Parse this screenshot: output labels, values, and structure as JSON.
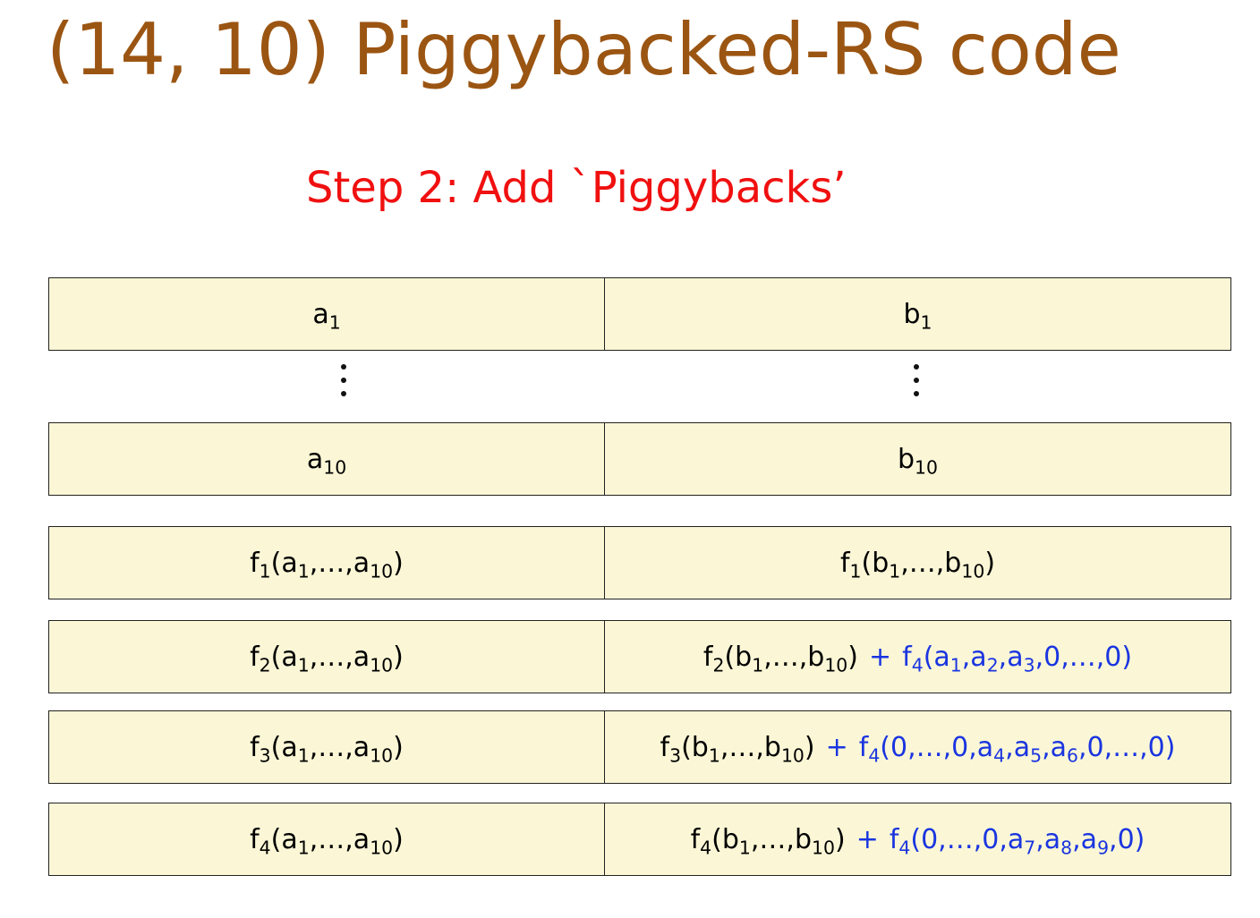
{
  "title": "(14, 10) Piggybacked-RS code",
  "subtitle": "Step 2: Add `Piggybacks’",
  "rows": [
    {
      "left": [
        {
          "t": "a"
        },
        {
          "s": "1"
        }
      ],
      "right": [
        {
          "t": "b"
        },
        {
          "s": "1"
        }
      ],
      "piggy": []
    },
    {
      "left": [
        {
          "t": "a"
        },
        {
          "s": "10"
        }
      ],
      "right": [
        {
          "t": "b"
        },
        {
          "s": "10"
        }
      ],
      "piggy": []
    },
    {
      "left": [
        {
          "t": "f"
        },
        {
          "s": "1"
        },
        {
          "t": "(a"
        },
        {
          "s": "1"
        },
        {
          "t": ",…,a"
        },
        {
          "s": "10"
        },
        {
          "t": ")"
        }
      ],
      "right": [
        {
          "t": "f"
        },
        {
          "s": "1"
        },
        {
          "t": "(b"
        },
        {
          "s": "1"
        },
        {
          "t": ",…,b"
        },
        {
          "s": "10"
        },
        {
          "t": ")"
        }
      ],
      "piggy": []
    },
    {
      "left": [
        {
          "t": "f"
        },
        {
          "s": "2"
        },
        {
          "t": "(a"
        },
        {
          "s": "1"
        },
        {
          "t": ",…,a"
        },
        {
          "s": "10"
        },
        {
          "t": ")"
        }
      ],
      "right": [
        {
          "t": "f"
        },
        {
          "s": "2"
        },
        {
          "t": "(b"
        },
        {
          "s": "1"
        },
        {
          "t": ",…,b"
        },
        {
          "s": "10"
        },
        {
          "t": ")"
        }
      ],
      "plus": "+",
      "piggy": [
        {
          "t": "f"
        },
        {
          "s": "4"
        },
        {
          "t": "(a"
        },
        {
          "s": "1"
        },
        {
          "t": ",a"
        },
        {
          "s": "2"
        },
        {
          "t": ",a"
        },
        {
          "s": "3"
        },
        {
          "t": ",0,…,0)"
        }
      ]
    },
    {
      "left": [
        {
          "t": "f"
        },
        {
          "s": "3"
        },
        {
          "t": "(a"
        },
        {
          "s": "1"
        },
        {
          "t": ",…,a"
        },
        {
          "s": "10"
        },
        {
          "t": ")"
        }
      ],
      "right": [
        {
          "t": "f"
        },
        {
          "s": "3"
        },
        {
          "t": "(b"
        },
        {
          "s": "1"
        },
        {
          "t": ",…,b"
        },
        {
          "s": "10"
        },
        {
          "t": ")"
        }
      ],
      "plus": "+",
      "piggy": [
        {
          "t": "f"
        },
        {
          "s": "4"
        },
        {
          "t": "(0,…,0,a"
        },
        {
          "s": "4"
        },
        {
          "t": ",a"
        },
        {
          "s": "5"
        },
        {
          "t": ",a"
        },
        {
          "s": "6"
        },
        {
          "t": ",0,…,0)"
        }
      ]
    },
    {
      "left": [
        {
          "t": "f"
        },
        {
          "s": "4"
        },
        {
          "t": "(a"
        },
        {
          "s": "1"
        },
        {
          "t": ",…,a"
        },
        {
          "s": "10"
        },
        {
          "t": ")"
        }
      ],
      "right": [
        {
          "t": "f"
        },
        {
          "s": "4"
        },
        {
          "t": "(b"
        },
        {
          "s": "1"
        },
        {
          "t": ",…,b"
        },
        {
          "s": "10"
        },
        {
          "t": ")"
        }
      ],
      "plus": "+",
      "piggy": [
        {
          "t": "f"
        },
        {
          "s": "4"
        },
        {
          "t": "(0,…,0,a"
        },
        {
          "s": "7"
        },
        {
          "t": ",a"
        },
        {
          "s": "8"
        },
        {
          "t": ",a"
        },
        {
          "s": "9"
        },
        {
          "t": ",0)"
        }
      ]
    }
  ],
  "colors": {
    "title": "#9b5512",
    "subtitle": "#f01010",
    "cell_fill": "#fbf7d6",
    "piggyback": "#1a35e0"
  }
}
